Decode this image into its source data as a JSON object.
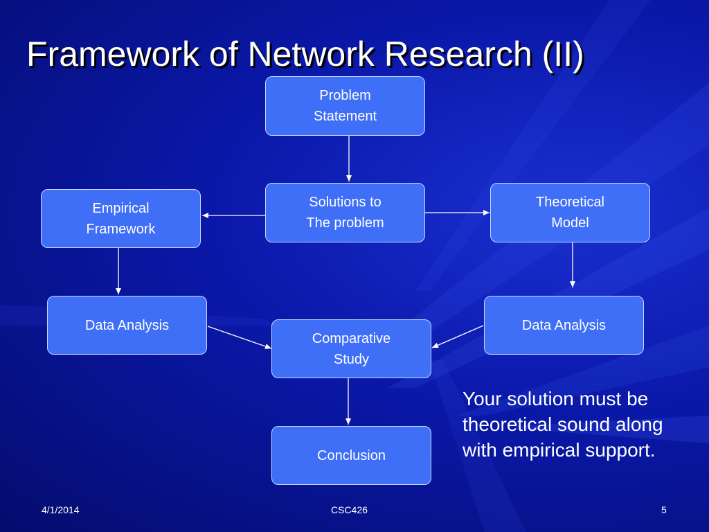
{
  "slide": {
    "title": "Framework of Network Research (II)",
    "note": "Your solution must be theoretical sound along with empirical support.",
    "footer": {
      "date": "4/1/2014",
      "course": "CSC426",
      "page_number": "5"
    }
  },
  "diagram": {
    "nodes": {
      "problem_statement": "Problem\nStatement",
      "solutions": "Solutions to\nThe problem",
      "empirical_framework": "Empirical\nFramework",
      "theoretical_model": "Theoretical\nModel",
      "data_analysis_left": "Data Analysis",
      "data_analysis_right": "Data Analysis",
      "comparative_study": "Comparative\nStudy",
      "conclusion": "Conclusion"
    },
    "edges": [
      {
        "from": "problem_statement",
        "to": "solutions"
      },
      {
        "from": "solutions",
        "to": "empirical_framework"
      },
      {
        "from": "solutions",
        "to": "theoretical_model"
      },
      {
        "from": "empirical_framework",
        "to": "data_analysis_left"
      },
      {
        "from": "theoretical_model",
        "to": "data_analysis_right"
      },
      {
        "from": "data_analysis_left",
        "to": "comparative_study"
      },
      {
        "from": "data_analysis_right",
        "to": "comparative_study"
      },
      {
        "from": "comparative_study",
        "to": "conclusion"
      }
    ]
  },
  "colors": {
    "background": "#0a18a8",
    "box_fill": "#3f6ff7",
    "box_border": "#c8d6ff",
    "text": "#ffffff",
    "arrow": "#ffffff"
  }
}
